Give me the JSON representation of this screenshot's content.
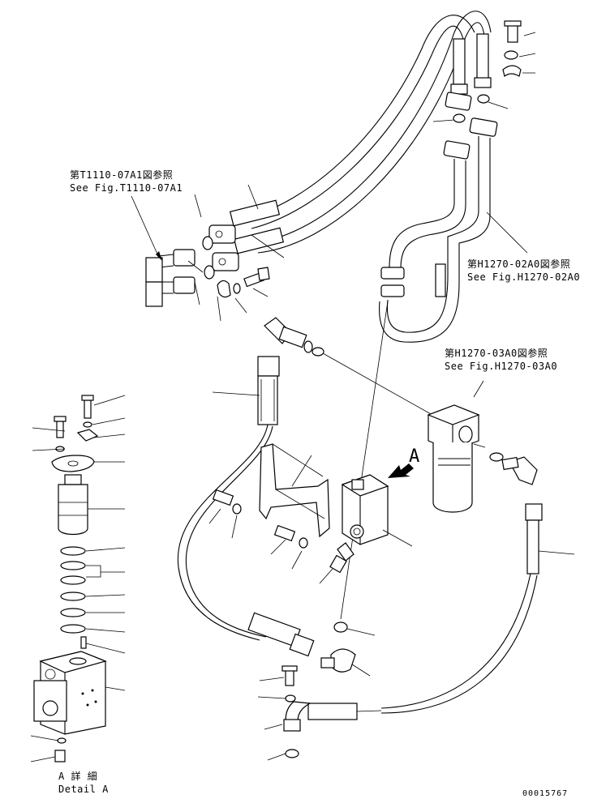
{
  "refs": {
    "t1110": {
      "jp": "第T1110-07A1図参照",
      "en": "See Fig.T1110-07A1"
    },
    "h1270_02": {
      "jp": "第H1270-02A0図参照",
      "en": "See Fig.H1270-02A0"
    },
    "h1270_03": {
      "jp": "第H1270-03A0図参照",
      "en": "See Fig.H1270-03A0"
    }
  },
  "view_marker": "A",
  "detail": {
    "jp": "A 詳 細",
    "en": "Detail A"
  },
  "drawing_number": "00015767"
}
